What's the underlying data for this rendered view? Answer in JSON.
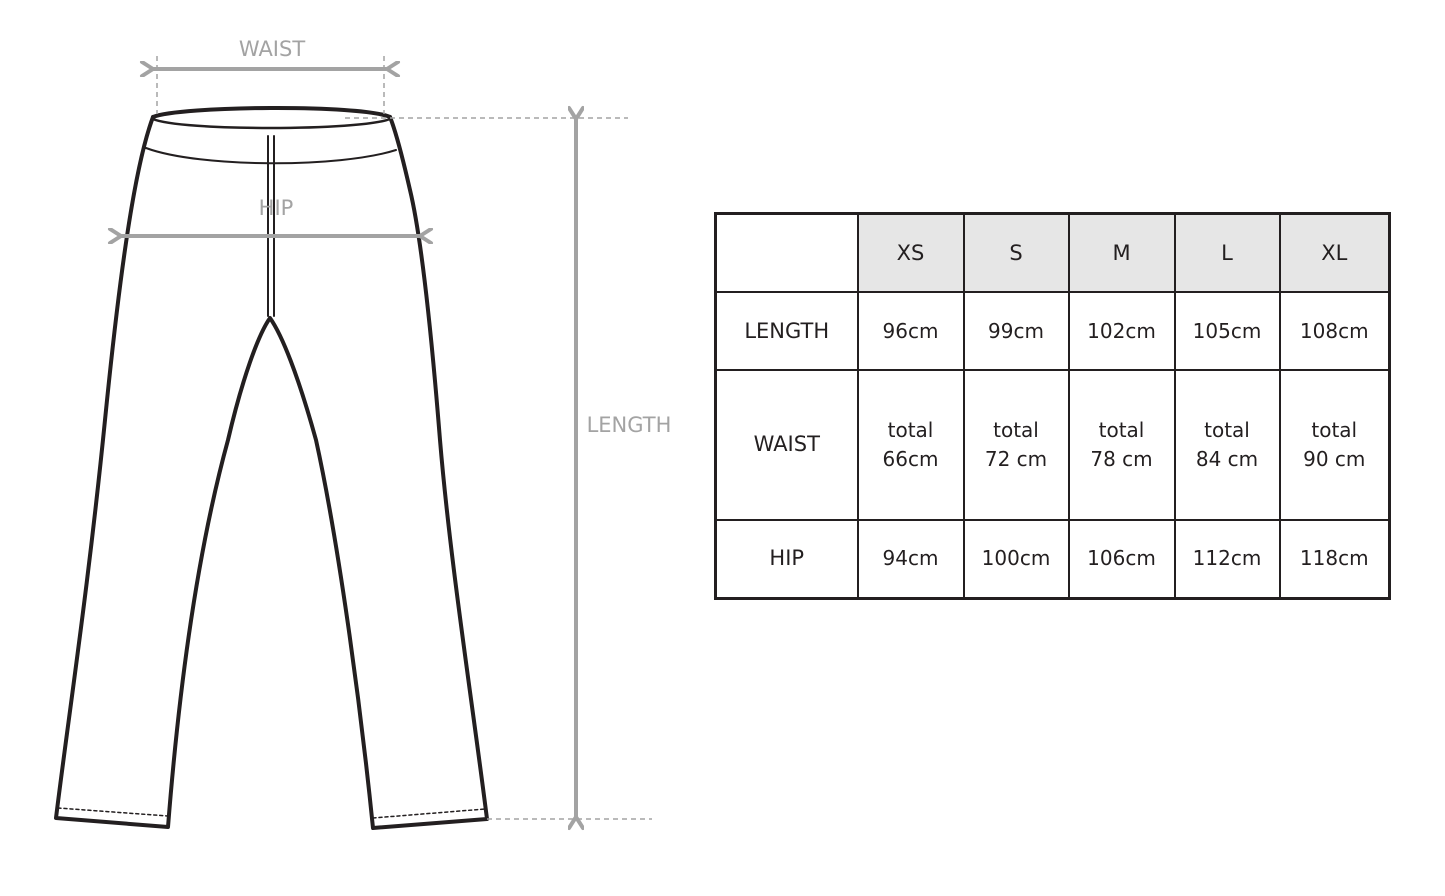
{
  "diagram": {
    "labels": {
      "waist": "WAIST",
      "hip": "HIP",
      "length": "LENGTH"
    },
    "colors": {
      "outline": "#231f20",
      "measure": "#a3a3a3",
      "header_fill": "#e6e6e6"
    }
  },
  "size_table": {
    "sizes": [
      "XS",
      "S",
      "M",
      "L",
      "XL"
    ],
    "rows": [
      {
        "label": "LENGTH",
        "values": [
          [
            "96cm"
          ],
          [
            "99cm"
          ],
          [
            "102cm"
          ],
          [
            "105cm"
          ],
          [
            "108cm"
          ]
        ]
      },
      {
        "label": "WAIST",
        "values": [
          [
            "total",
            "66cm"
          ],
          [
            "total",
            "72 cm"
          ],
          [
            "total",
            "78 cm"
          ],
          [
            "total",
            "84 cm"
          ],
          [
            "total",
            "90 cm"
          ]
        ]
      },
      {
        "label": "HIP",
        "values": [
          [
            "94cm"
          ],
          [
            "100cm"
          ],
          [
            "106cm"
          ],
          [
            "112cm"
          ],
          [
            "118cm"
          ]
        ]
      }
    ]
  }
}
